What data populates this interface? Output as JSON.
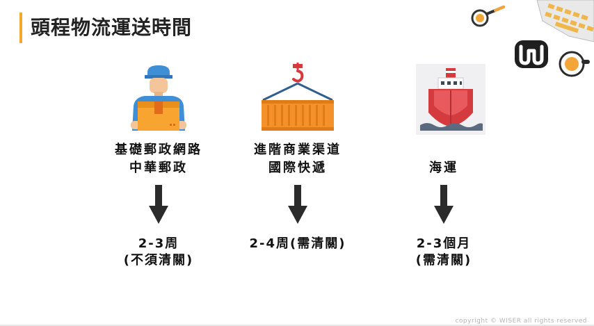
{
  "slide": {
    "title": "頭程物流運送時間",
    "copyright": "copyright © WISER all rights reserved"
  },
  "logo": {
    "letter": "W"
  },
  "columns": [
    {
      "illustration": "delivery-person-icon",
      "lines": [
        "基礎郵政網路",
        "中華郵政"
      ],
      "duration": [
        "2-3周",
        "(不須清關)"
      ]
    },
    {
      "illustration": "shipping-container-icon",
      "lines": [
        "進階商業渠道",
        "國際快遞"
      ],
      "duration": [
        "2-4周(需清關)"
      ]
    },
    {
      "illustration": "cargo-ship-icon",
      "lines": [
        "海運"
      ],
      "duration": [
        "2-3個月",
        "(需清關)"
      ]
    }
  ],
  "colors": {
    "accent": "#f2a92b",
    "arrow": "#2b2b2b",
    "box": "#f7a530",
    "shirt": "#3f8fd6",
    "container": "#f5912a",
    "ship_hull": "#d43b3f"
  }
}
